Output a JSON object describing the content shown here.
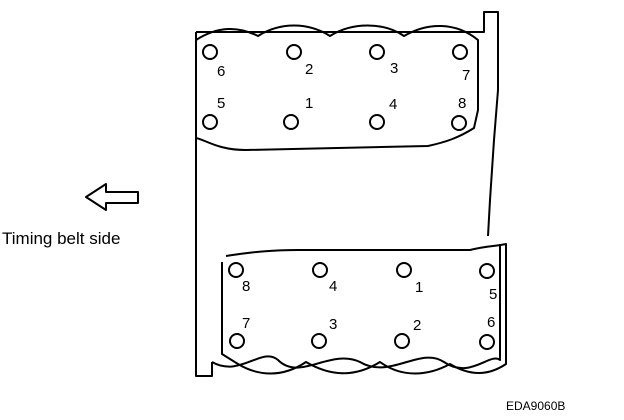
{
  "side_label": "Timing belt side",
  "figure_code": "EDA9060B",
  "upper_bank": {
    "top_row": [
      "6",
      "2",
      "3",
      "7"
    ],
    "bottom_row": [
      "5",
      "1",
      "4",
      "8"
    ]
  },
  "lower_bank": {
    "top_row": [
      "8",
      "4",
      "1",
      "5"
    ],
    "bottom_row": [
      "7",
      "3",
      "2",
      "6"
    ]
  },
  "icons": {
    "direction_arrow": "arrow-left-outline-icon",
    "bolt": "circle-outline-icon"
  }
}
